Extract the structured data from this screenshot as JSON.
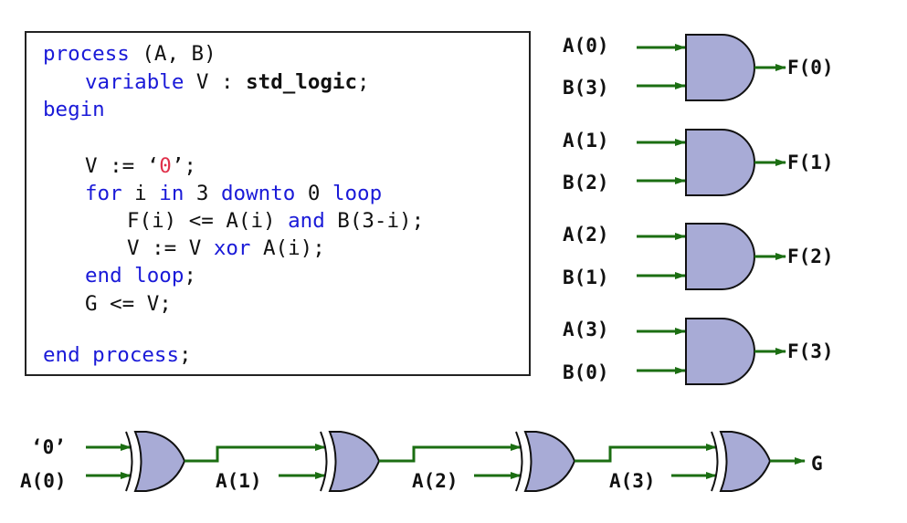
{
  "code": {
    "process_kw": "process",
    "process_args": " (A, B)",
    "variable_kw": "variable",
    "variable_decl": " V : ",
    "variable_type": "std_logic",
    "semicolon": ";",
    "begin_kw": "begin",
    "v_assign_pre": "V := ‘",
    "zero_lit": "0",
    "v_assign_post": "’;",
    "for_kw": "for",
    "i_var": " i ",
    "in_kw": "in",
    "three": " 3 ",
    "downto_kw": "downto",
    "zero": " 0 ",
    "loop_kw": "loop",
    "f_assign_pre": "F(i) <= A(i) ",
    "and_kw": "and",
    "f_assign_post": " B(3-i);",
    "v_xor_pre": "V := V ",
    "xor_kw": "xor",
    "v_xor_post": " A(i);",
    "end_loop_kw": "end loop",
    "end_loop_semi": ";",
    "g_assign": "G <= V;",
    "end_process_kw": "end process",
    "end_process_semi": ";"
  },
  "and_gates": [
    {
      "in_a": "A(0)",
      "in_b": "B(3)",
      "out": "F(0)"
    },
    {
      "in_a": "A(1)",
      "in_b": "B(2)",
      "out": "F(1)"
    },
    {
      "in_a": "A(2)",
      "in_b": "B(1)",
      "out": "F(2)"
    },
    {
      "in_a": "A(3)",
      "in_b": "B(0)",
      "out": "F(3)"
    }
  ],
  "xor_chain": {
    "init_input": "‘0’",
    "inputs": [
      "A(0)",
      "A(1)",
      "A(2)",
      "A(3)"
    ],
    "output": "G"
  },
  "colors": {
    "gate_fill": "#a8abd6",
    "wire": "#1b6e12",
    "keyword": "#1a1ad8",
    "literal": "#e0304a"
  }
}
